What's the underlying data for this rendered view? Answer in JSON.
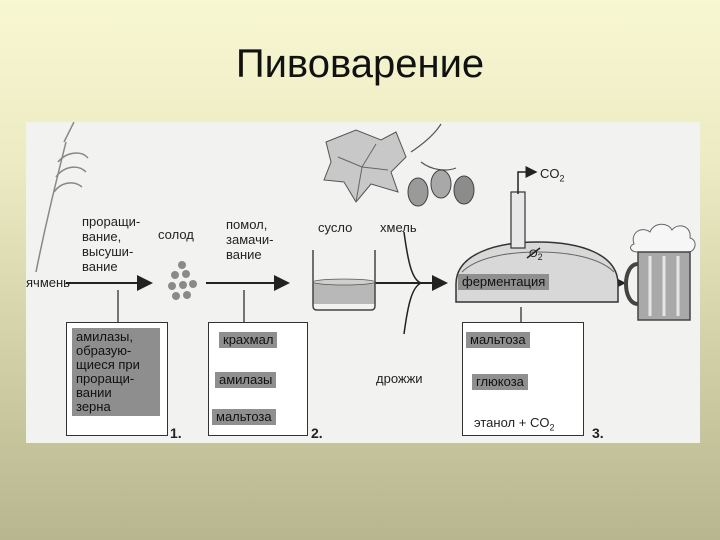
{
  "title": "Пивоварение",
  "labels": {
    "barley": "ячмень",
    "sprouting_lines": [
      "проращи-",
      "вание,",
      "высуши-",
      "вание"
    ],
    "malt": "солод",
    "grinding_lines": [
      "помол,",
      "замачи-",
      "вание"
    ],
    "wort": "сусло",
    "hops": "хмель",
    "yeast": "дрожжи",
    "fermentation": "ферментация",
    "co2_top": "CO",
    "o2": "O",
    "sub2": "2"
  },
  "box1": {
    "lines": [
      "амилазы,",
      "образую-",
      "щиеся при",
      "проращи-",
      "вании",
      "зерна"
    ],
    "number": "1."
  },
  "box2": {
    "items": [
      "крахмал",
      "амилазы",
      "мальтоза"
    ],
    "number": "2."
  },
  "box3": {
    "items": [
      "мальтоза",
      "глюкоза"
    ],
    "ethanol": "этанол",
    "plus_co2": "+ CO",
    "number": "3."
  }
}
